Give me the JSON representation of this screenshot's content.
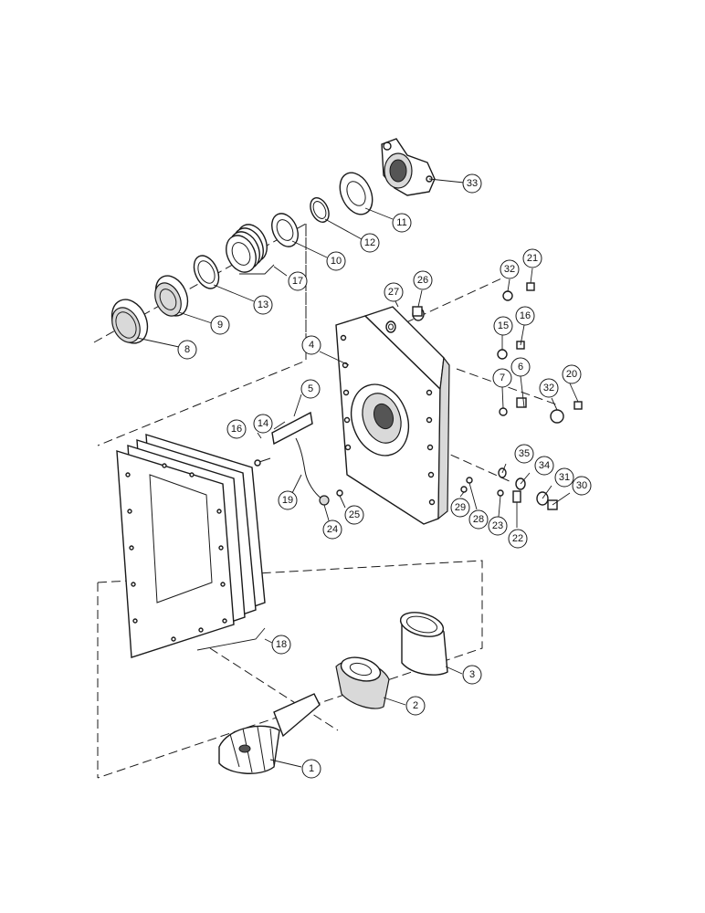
{
  "callouts": [
    {
      "id": "c1",
      "label": "1"
    },
    {
      "id": "c2",
      "label": "2"
    },
    {
      "id": "c3",
      "label": "3"
    },
    {
      "id": "c4",
      "label": "4"
    },
    {
      "id": "c5",
      "label": "5"
    },
    {
      "id": "c6",
      "label": "6"
    },
    {
      "id": "c7",
      "label": "7"
    },
    {
      "id": "c8",
      "label": "8"
    },
    {
      "id": "c9",
      "label": "9"
    },
    {
      "id": "c10",
      "label": "10"
    },
    {
      "id": "c11",
      "label": "11"
    },
    {
      "id": "c12",
      "label": "12"
    },
    {
      "id": "c13",
      "label": "13"
    },
    {
      "id": "c14",
      "label": "14"
    },
    {
      "id": "c15",
      "label": "15"
    },
    {
      "id": "c16a",
      "label": "16"
    },
    {
      "id": "c16b",
      "label": "16"
    },
    {
      "id": "c17",
      "label": "17"
    },
    {
      "id": "c18",
      "label": "18"
    },
    {
      "id": "c19",
      "label": "19"
    },
    {
      "id": "c20",
      "label": "20"
    },
    {
      "id": "c21",
      "label": "21"
    },
    {
      "id": "c22",
      "label": "22"
    },
    {
      "id": "c23",
      "label": "23"
    },
    {
      "id": "c24",
      "label": "24"
    },
    {
      "id": "c25",
      "label": "25"
    },
    {
      "id": "c26",
      "label": "26"
    },
    {
      "id": "c27",
      "label": "27"
    },
    {
      "id": "c28",
      "label": "28"
    },
    {
      "id": "c29",
      "label": "29"
    },
    {
      "id": "c30",
      "label": "30"
    },
    {
      "id": "c31",
      "label": "31"
    },
    {
      "id": "c32a",
      "label": "32"
    },
    {
      "id": "c32b",
      "label": "32"
    },
    {
      "id": "c33",
      "label": "33"
    },
    {
      "id": "c34",
      "label": "34"
    },
    {
      "id": "c35",
      "label": "35"
    }
  ]
}
